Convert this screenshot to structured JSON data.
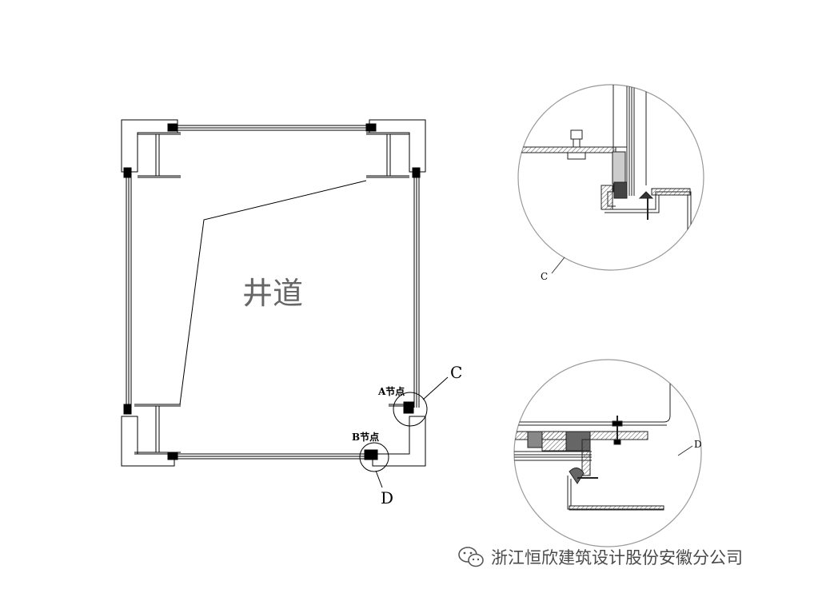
{
  "drawing": {
    "shaft_label": "井道",
    "node_a_label": "A节点",
    "node_b_label": "B节点",
    "callout_c": "C",
    "callout_d": "D",
    "detail_c_label": "C",
    "detail_d_label": "D"
  },
  "watermark": {
    "text": "浙江恒欣建筑设计股份安徽分公司",
    "icon": "wechat-icon"
  }
}
